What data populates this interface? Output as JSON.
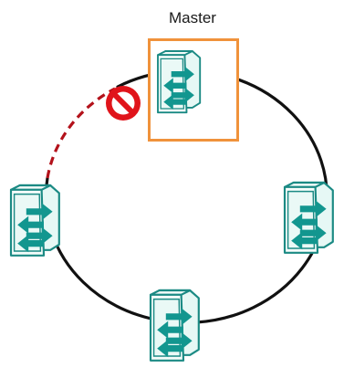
{
  "diagram": {
    "master_label": "Master",
    "colors": {
      "ring": "#111111",
      "blocked_link": "#b3121b",
      "master_highlight": "#f0923b",
      "switch_fill": "#e6f8f5",
      "switch_outline": "#1b8a84",
      "switch_arrows": "#12968f",
      "blocked_icon": "#e0141b"
    },
    "nodes": [
      {
        "id": "master",
        "icon": "network-switch-icon"
      },
      {
        "id": "left",
        "icon": "network-switch-icon"
      },
      {
        "id": "right",
        "icon": "network-switch-icon"
      },
      {
        "id": "bottom",
        "icon": "network-switch-icon"
      }
    ],
    "blocked_icon": "no-entry-icon"
  }
}
